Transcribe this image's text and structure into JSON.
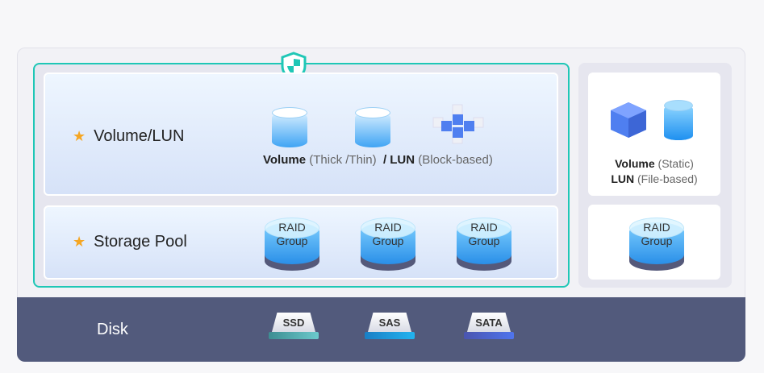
{
  "layers": {
    "volume_lun": "Volume/LUN",
    "storage_pool": "Storage Pool",
    "disk": "Disk"
  },
  "volume_caption": {
    "volume": "Volume",
    "volume_type": "(Thick /Thin)",
    "lun": "/ LUN",
    "lun_type": "(Block-based)"
  },
  "raid_line1": "RAID",
  "raid_line2": "Group",
  "static_caption": {
    "volume": "Volume",
    "volume_type": "(Static)",
    "lun": "LUN",
    "lun_type": "(File-based)"
  },
  "disks": [
    {
      "label": "SSD",
      "color": "#4aa6a8"
    },
    {
      "label": "SAS",
      "color": "#1d9ae0"
    },
    {
      "label": "SATA",
      "color": "#5563d8"
    }
  ],
  "colors": {
    "teal": "#1fc7b6",
    "star": "#f5a623",
    "disk_band": "#525a7c"
  }
}
